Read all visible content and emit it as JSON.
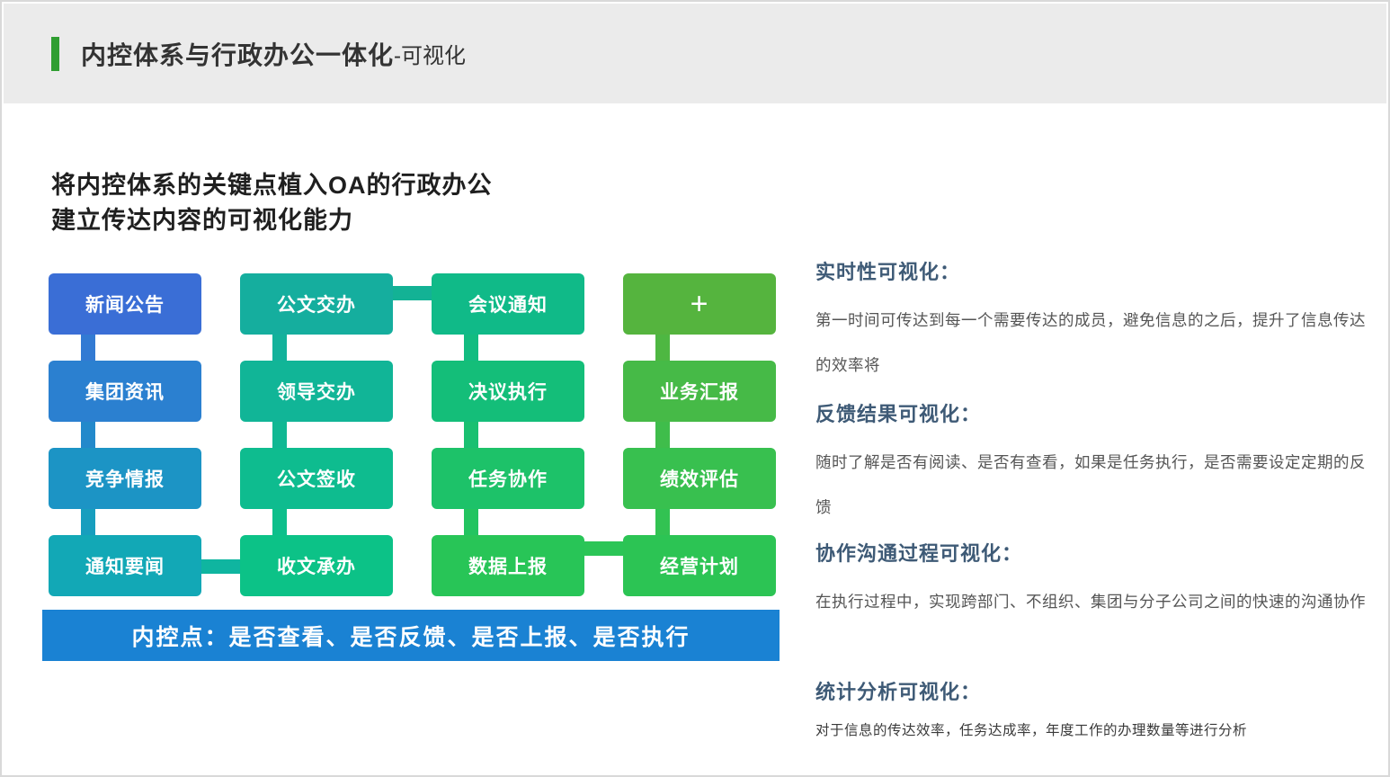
{
  "header": {
    "title": "内控体系与行政办公一体化",
    "title_suffix": "-可视化",
    "accent_color": "#2f9e31"
  },
  "intro": {
    "line1": "将内控体系的关键点植入OA的行政办公",
    "line2": "建立传达内容的可视化能力"
  },
  "grid": {
    "columns": [
      {
        "items": [
          {
            "label": "新闻公告",
            "color": "#3a6ed6"
          },
          {
            "label": "集团资讯",
            "color": "#2b80d0"
          },
          {
            "label": "竞争情报",
            "color": "#1c94c5"
          },
          {
            "label": "通知要闻",
            "color": "#12a8b6"
          }
        ]
      },
      {
        "items": [
          {
            "label": "公文交办",
            "color": "#15ae9e"
          },
          {
            "label": "领导交办",
            "color": "#11b597"
          },
          {
            "label": "公文签收",
            "color": "#0ebc8f"
          },
          {
            "label": "收文承办",
            "color": "#0cc287"
          }
        ]
      },
      {
        "items": [
          {
            "label": "会议通知",
            "color": "#10ba88"
          },
          {
            "label": "决议执行",
            "color": "#14be79"
          },
          {
            "label": "任务协作",
            "color": "#1dc269"
          },
          {
            "label": "数据上报",
            "color": "#28c557"
          }
        ]
      },
      {
        "items": [
          {
            "label": "+",
            "color": "#55b43e"
          },
          {
            "label": "业务汇报",
            "color": "#46ba47"
          },
          {
            "label": "绩效评估",
            "color": "#38c04f"
          },
          {
            "label": "经营计划",
            "color": "#2cc454"
          }
        ]
      }
    ],
    "connectors": {
      "vertical": [
        [
          "#327ad3",
          "#2389cb",
          "#179ebe"
        ],
        [
          "#13b29b",
          "#10b893",
          "#0dbf8b"
        ],
        [
          "#12bc81",
          "#19c071",
          "#23c460"
        ],
        [
          "#4eb742",
          "#3fbd4b",
          "#32c252"
        ]
      ],
      "horizontal": [
        "#13b295",
        "#0fb5a0",
        "#2bc556"
      ]
    }
  },
  "banner": {
    "label": "内控点：是否查看、是否反馈、是否上报、是否执行",
    "color": "#1a82d3"
  },
  "sections": [
    {
      "heading": "实时性可视化：",
      "body": "第一时间可传达到每一个需要传达的成员，避免信息的之后，提升了信息传达的效率将"
    },
    {
      "heading": "反馈结果可视化：",
      "body": "随时了解是否有阅读、是否有查看，如果是任务执行，是否需要设定定期的反馈"
    },
    {
      "heading": "协作沟通过程可视化：",
      "body": "在执行过程中，实现跨部门、不组织、集团与分子公司之间的快速的沟通协作"
    },
    {
      "heading": "统计分析可视化：",
      "body": "对于信息的传达效率，任务达成率，年度工作的办理数量等进行分析"
    }
  ]
}
